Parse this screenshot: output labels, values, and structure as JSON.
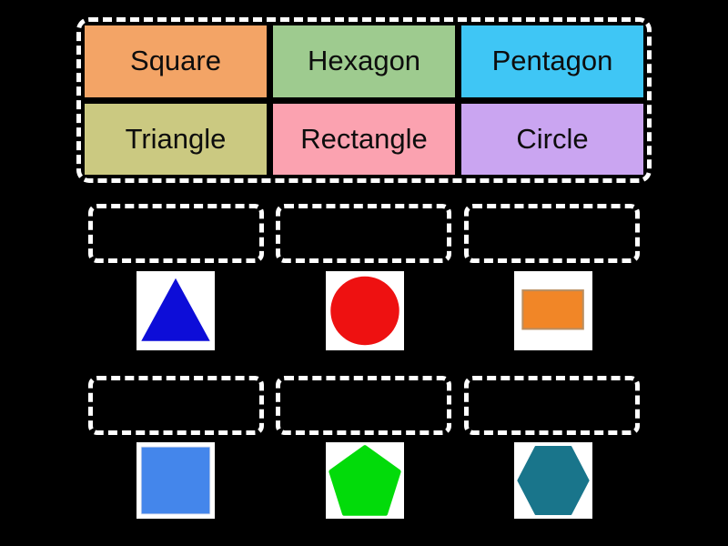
{
  "page": {
    "background_color": "#000000",
    "dashed_border_color": "#ffffff"
  },
  "word_bank": {
    "items": [
      {
        "id": "square",
        "label": "Square",
        "color": "#F3A466"
      },
      {
        "id": "hexagon",
        "label": "Hexagon",
        "color": "#9ECB8F"
      },
      {
        "id": "pentagon",
        "label": "Pentagon",
        "color": "#3FC6F5"
      },
      {
        "id": "triangle",
        "label": "Triangle",
        "color": "#CBC981"
      },
      {
        "id": "rectangle",
        "label": "Rectangle",
        "color": "#FBA2B0"
      },
      {
        "id": "circle",
        "label": "Circle",
        "color": "#CAA5F1"
      }
    ]
  },
  "rows": [
    {
      "cards": [
        {
          "shape": "triangle",
          "color": "#0D0DD8"
        },
        {
          "shape": "circle",
          "color": "#EE1111"
        },
        {
          "shape": "rectangle",
          "color": "#F18627",
          "border_color": "#BB8E60"
        }
      ]
    },
    {
      "cards": [
        {
          "shape": "square",
          "color": "#4486EB",
          "border_color": "#CFD8EA"
        },
        {
          "shape": "pentagon",
          "color": "#02DB0A"
        },
        {
          "shape": "hexagon",
          "color": "#19758B"
        }
      ]
    }
  ]
}
